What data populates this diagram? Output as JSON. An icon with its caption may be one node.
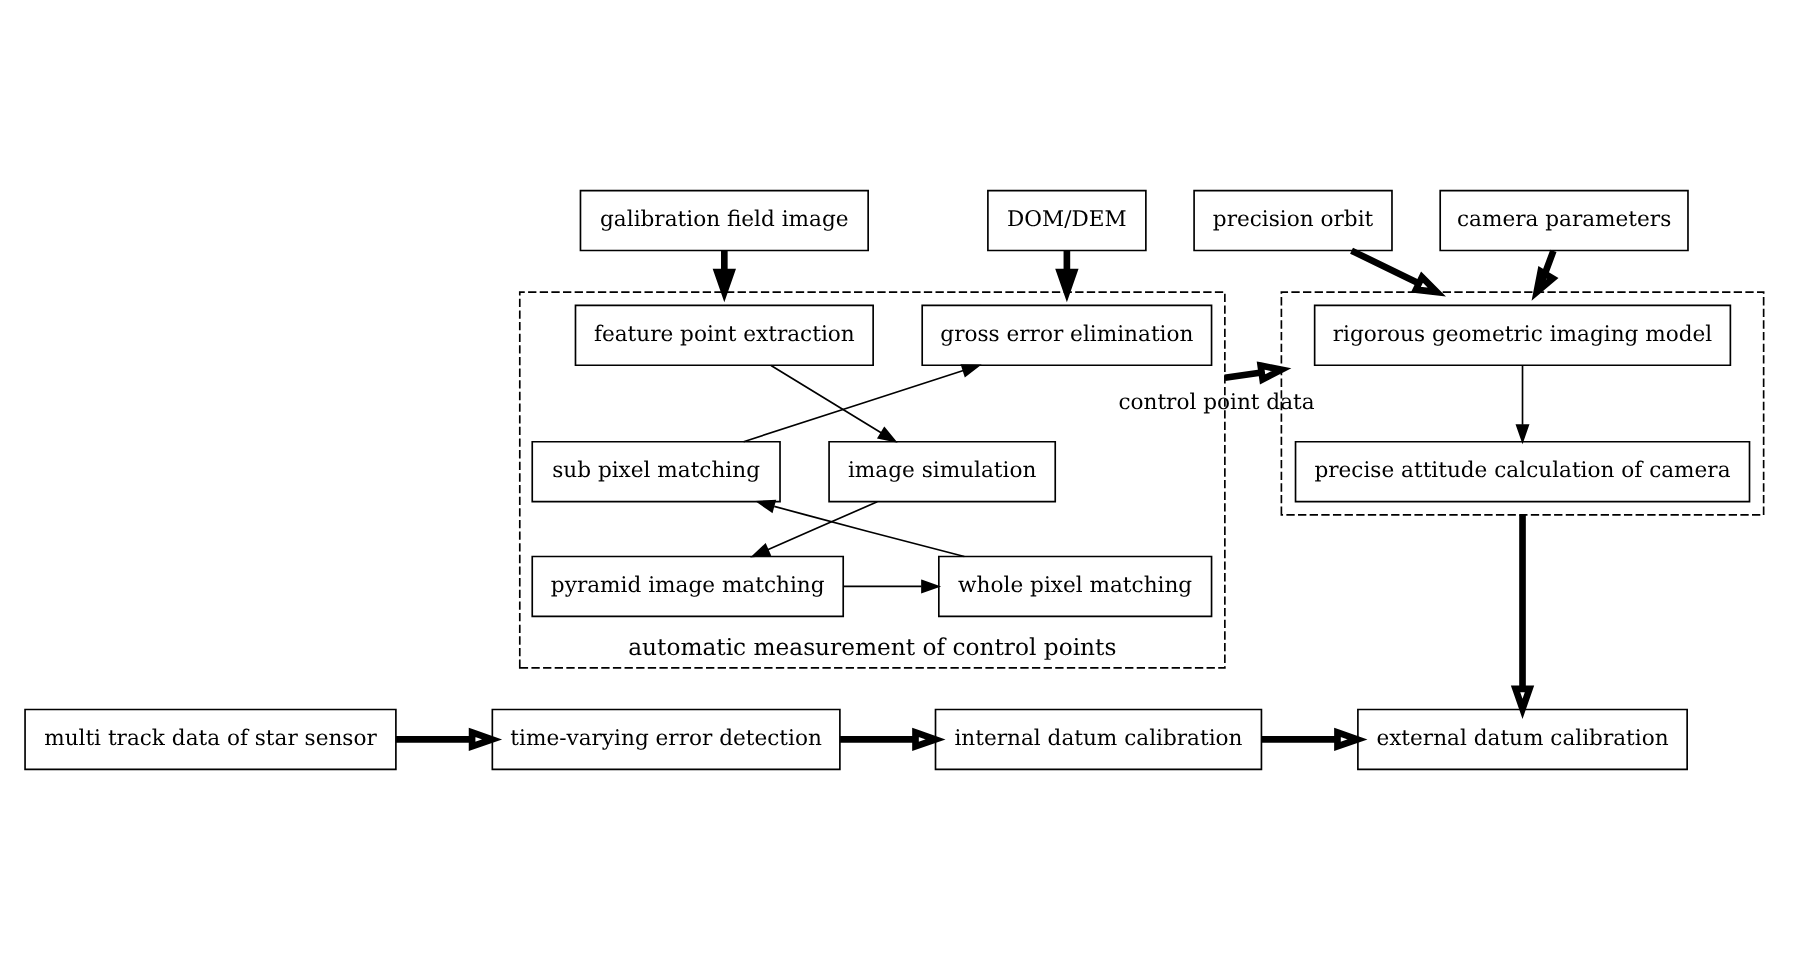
{
  "diagram": {
    "nodes": [
      {
        "text": [
          "galibration field image"
        ]
      },
      {
        "text": [
          "DOM/DEM"
        ]
      },
      {
        "text": [
          "precision orbit"
        ]
      },
      {
        "text": [
          "camera parameters"
        ]
      },
      {
        "text": [
          "automatic measurement of control points"
        ]
      },
      {
        "text": [
          "feature point extraction"
        ],
        "in": 4
      },
      {
        "text": [
          "image simulation"
        ],
        "in": 4
      },
      {
        "text": [
          "pyramid image matching"
        ],
        "in": 4
      },
      {
        "text": [
          "whole pixel matching"
        ],
        "in": 4
      },
      {
        "text": [
          "sub pixel matching"
        ],
        "in": 4
      },
      {
        "text": [
          "gross error elimination"
        ],
        "in": 4
      },
      {
        "text": [],
        "shape": "box"
      },
      {
        "text": [
          "rigorous geometric imaging model"
        ],
        "in": 11
      },
      {
        "text": [
          "precise attitude calculation of camera"
        ],
        "in": 11
      },
      {
        "text": [
          "multi track data of star sensor"
        ]
      },
      {
        "text": [
          "time-varying error detection"
        ]
      },
      {
        "text": [
          "internal datum calibration"
        ]
      },
      {
        "text": [
          "external datum calibration"
        ]
      }
    ],
    "edges": [
      {
        "from": 0,
        "to": 4,
        "arrow": "to"
      },
      {
        "from": 1,
        "to": 4,
        "arrow": "to"
      },
      {
        "from": 5,
        "to": 6,
        "arrow": "to"
      },
      {
        "from": 6,
        "to": 7,
        "arrow": "to"
      },
      {
        "from": 7,
        "to": 8,
        "arrow": "to"
      },
      {
        "from": 8,
        "to": 9,
        "arrow": "to"
      },
      {
        "from": 9,
        "to": 10,
        "arrow": "to"
      },
      {
        "from": 4,
        "to": 11,
        "arrow": "to",
        "label": "control point data"
      },
      {
        "from": 2,
        "to": 11,
        "arrow": "to"
      },
      {
        "from": 3,
        "to": 11,
        "arrow": "to"
      },
      {
        "from": 12,
        "to": 13,
        "arrow": "to"
      },
      {
        "from": 11,
        "to": 17,
        "arrow": "to"
      },
      {
        "from": 14,
        "to": 15,
        "arrow": "to"
      },
      {
        "from": 15,
        "to": 16,
        "arrow": "to"
      },
      {
        "from": 16,
        "to": 17,
        "arrow": "to"
      }
    ]
  }
}
